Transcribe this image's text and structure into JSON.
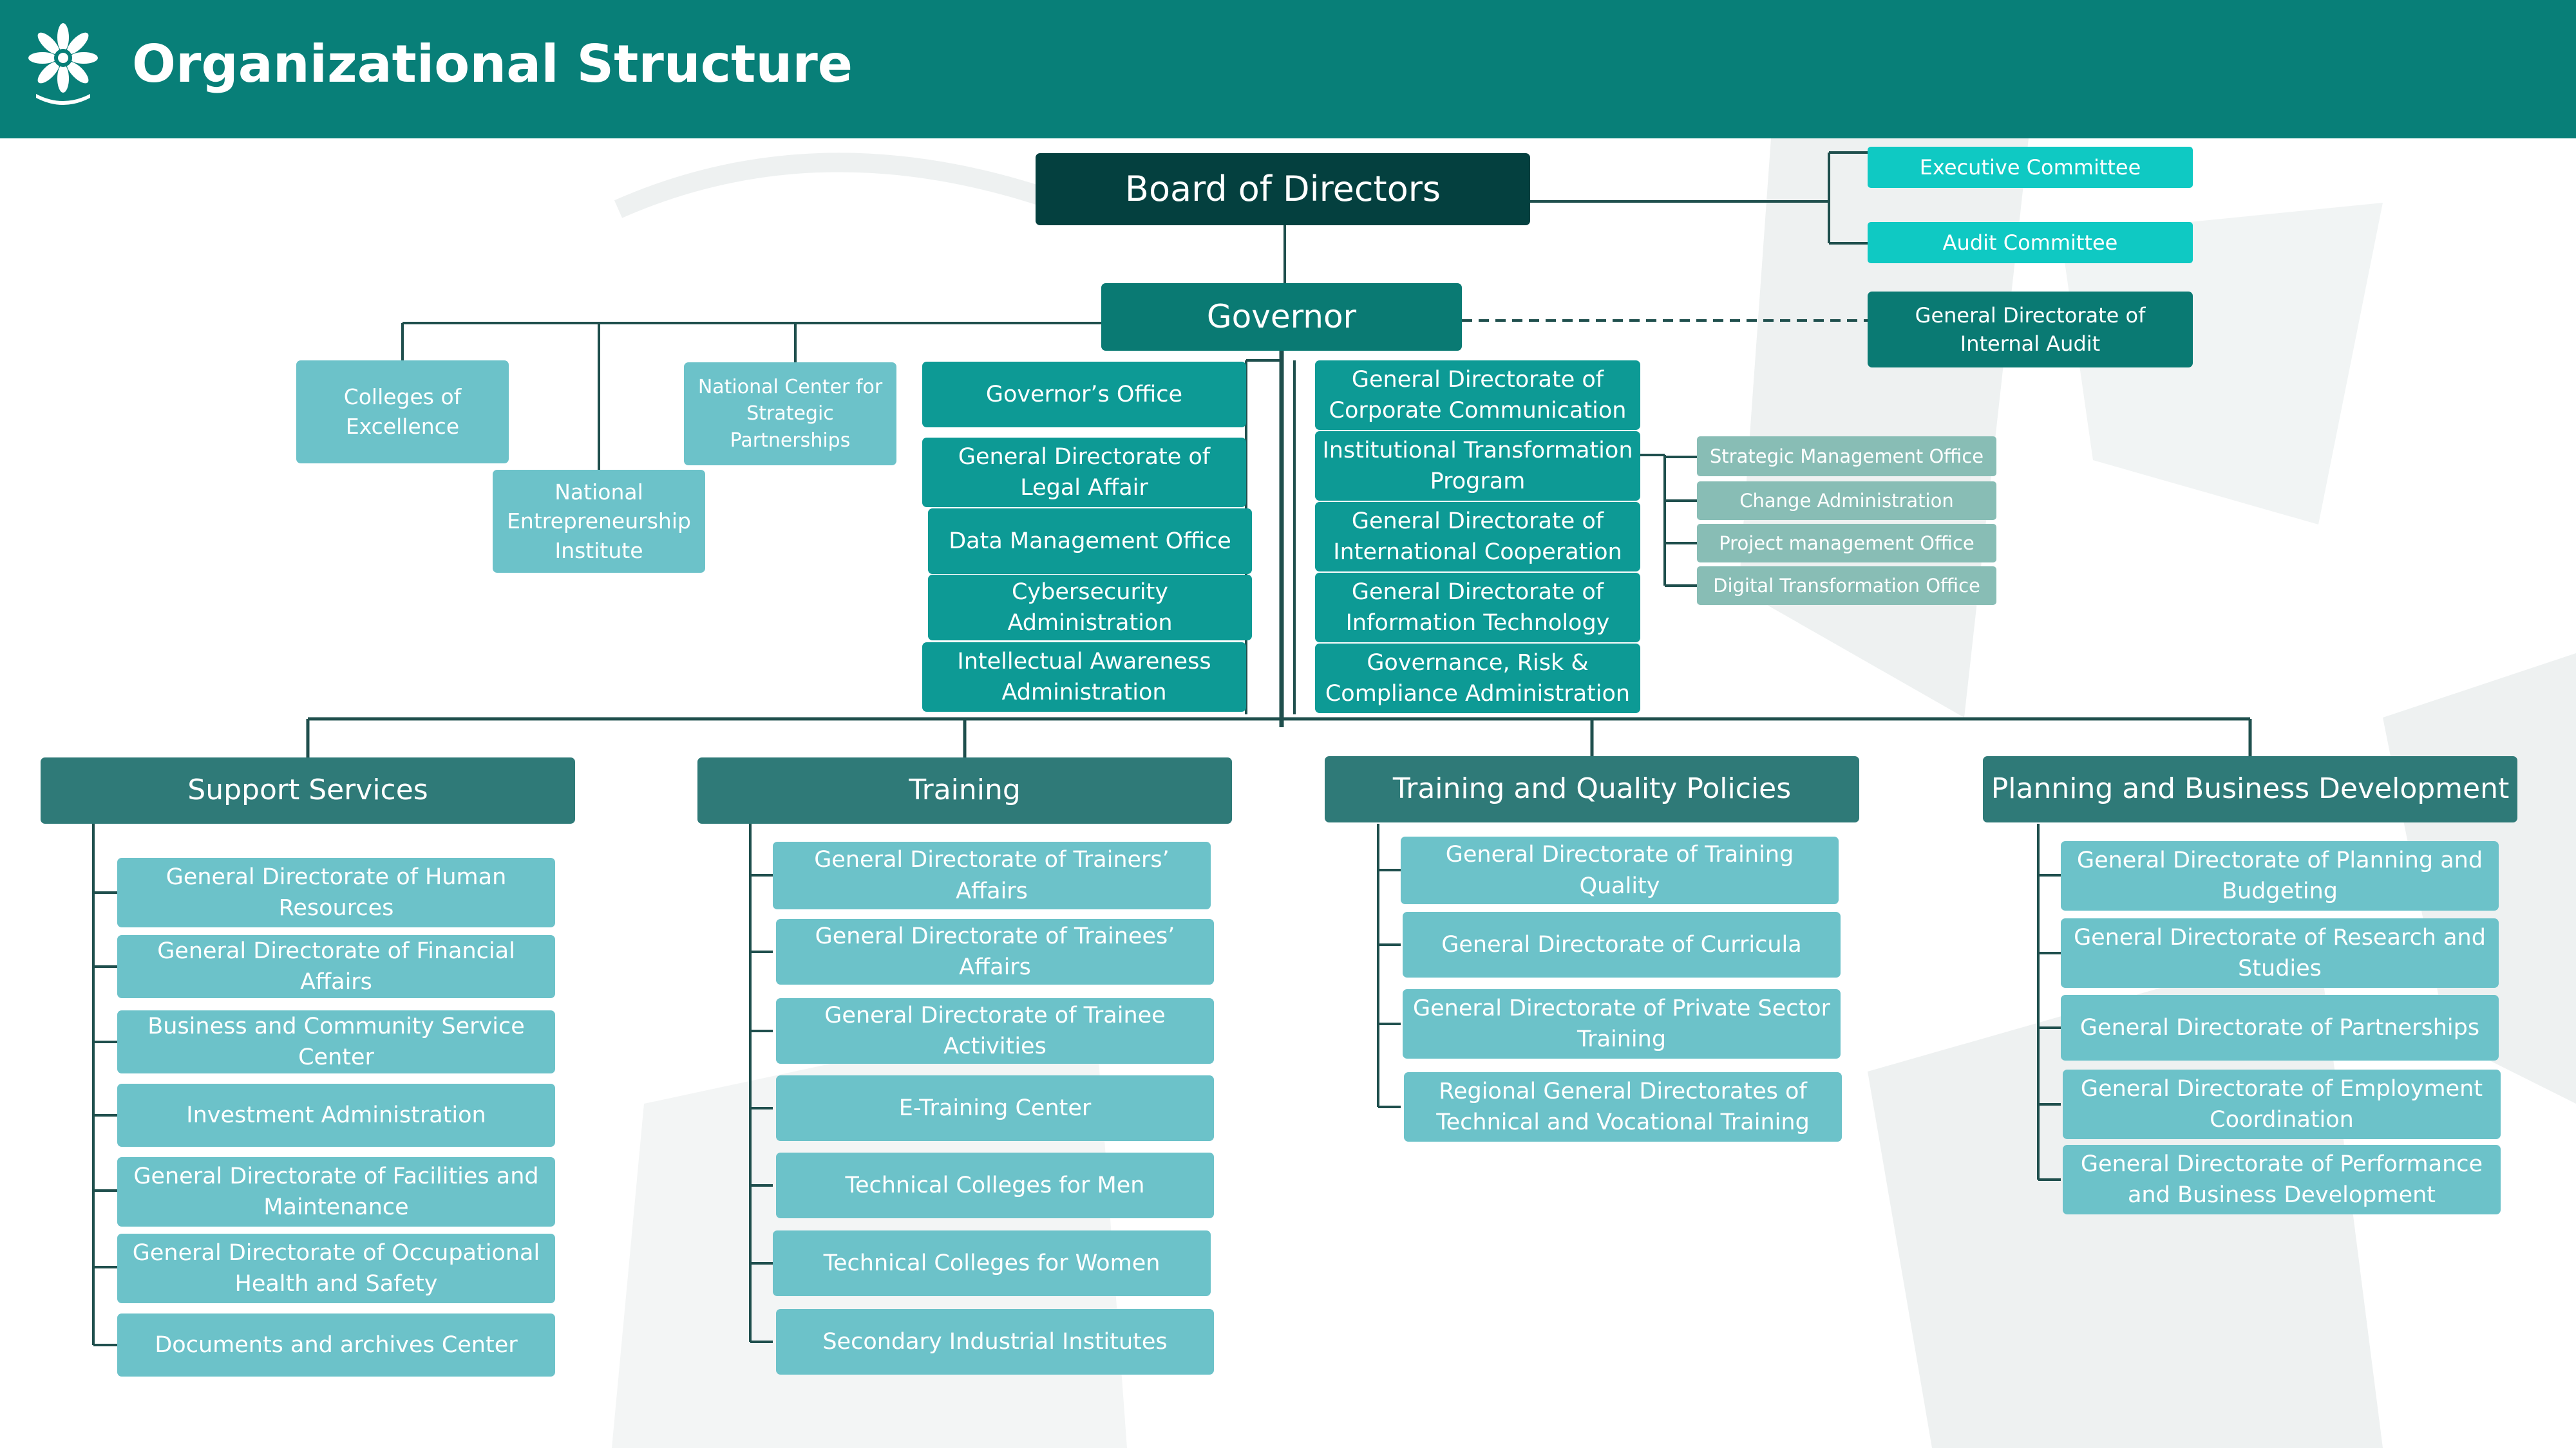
{
  "title": "Organizational Structure",
  "icons": {
    "logo": "organization-star-emblem-icon"
  },
  "colors": {
    "header": "#087f78",
    "board": "#04403f",
    "governor": "#0a7a73",
    "committee": "#0fc9c3",
    "office": "#0d9a95",
    "light": "#6cc2c9",
    "sub_office": "#88bdb5",
    "department": "#2f7a78",
    "line": "#1f4f4d"
  },
  "board": "Board of Directors",
  "committees": [
    "Executive Committee",
    "Audit Committee"
  ],
  "internal_audit": "General Directorate of Internal Audit",
  "governor": "Governor",
  "affiliates": [
    "Colleges of Excellence",
    "National Entrepreneurship Institute",
    "National Center for Strategic Partnerships"
  ],
  "left_offices": [
    "Governor’s Office",
    "General Directorate of Legal Affair",
    "Data Management Office",
    "Cybersecurity Administration",
    "Intellectual Awareness Administration"
  ],
  "right_offices": [
    "General Directorate of Corporate Communication",
    "Institutional Transformation Program",
    "General Directorate of International Cooperation",
    "General Directorate of Information Technology",
    "Governance, Risk & Compliance Administration"
  ],
  "transformation_offices": [
    "Strategic Management Office",
    "Change Administration",
    "Project management Office",
    "Digital Transformation Office"
  ],
  "departments": [
    {
      "title": "Support Services",
      "items": [
        "General Directorate of Human Resources",
        "General Directorate of Financial Affairs",
        "Business and Community Service Center",
        "Investment Administration",
        "General Directorate of Facilities and Maintenance",
        "General Directorate of Occupational Health and Safety",
        "Documents and archives Center"
      ]
    },
    {
      "title": "Training",
      "items": [
        "General Directorate of Trainers’ Affairs",
        "General Directorate of Trainees’ Affairs",
        "General Directorate of Trainee Activities",
        "E-Training Center",
        "Technical Colleges for Men",
        "Technical Colleges for Women",
        "Secondary Industrial Institutes"
      ]
    },
    {
      "title": "Training and Quality Policies",
      "items": [
        "General Directorate of Training Quality",
        "General Directorate of Curricula",
        "General Directorate of Private Sector Training",
        "Regional General Directorates of Technical and Vocational Training"
      ]
    },
    {
      "title": "Planning and Business Development",
      "items": [
        "General Directorate of Planning and Budgeting",
        "General Directorate of Research and Studies",
        "General Directorate of Partnerships",
        "General Directorate of Employment Coordination",
        "General Directorate of Performance and Business Development"
      ]
    }
  ]
}
